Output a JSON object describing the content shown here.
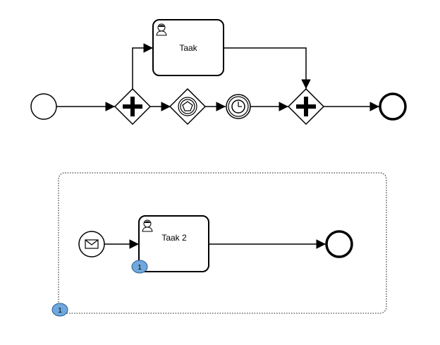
{
  "diagram": {
    "tasks": {
      "task_1": {
        "label": "Taak"
      },
      "task_2": {
        "label": "Taak 2"
      }
    },
    "badges": {
      "task_2_badge": {
        "label": "1"
      },
      "subprocess_badge": {
        "label": "1"
      }
    }
  },
  "colors": {
    "stroke": "#000000",
    "fill": "#ffffff",
    "badge_fill": "#6fa8dc",
    "badge_stroke": "#2a5d8f",
    "subprocess_border": "#444444"
  },
  "icons": {
    "task_type": "user-icon",
    "start_message": "envelope-icon",
    "intermediate_event": "pentagon-icon",
    "timer_event": "clock-icon",
    "gateway_type": "plus-icon"
  }
}
